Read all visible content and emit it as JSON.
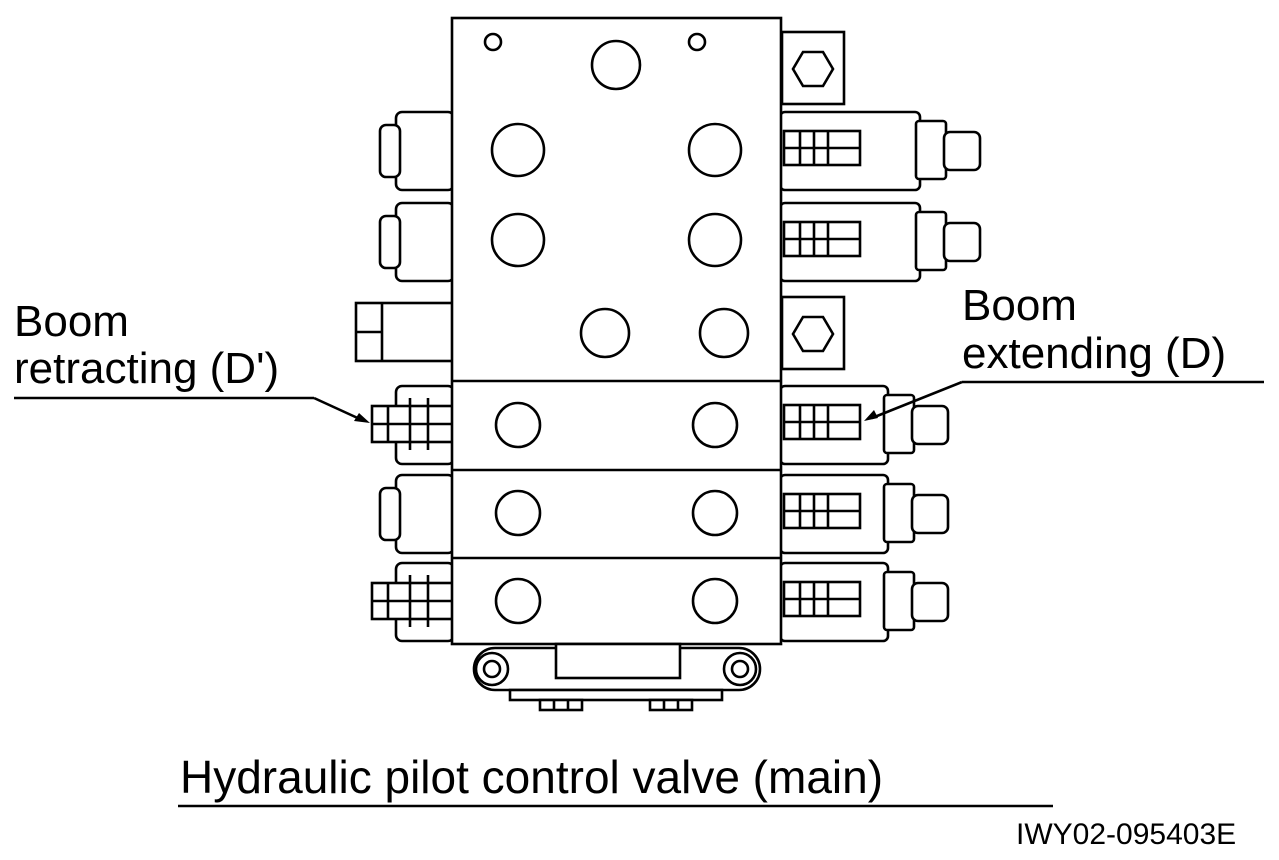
{
  "labels": {
    "boom_retracting_line1": "Boom",
    "boom_retracting_line2": "retracting (D')",
    "boom_extending_line1": "Boom",
    "boom_extending_line2": "extending (D)"
  },
  "caption": "Hydraulic pilot control valve (main)",
  "figure_code": "IWY02-095403E"
}
